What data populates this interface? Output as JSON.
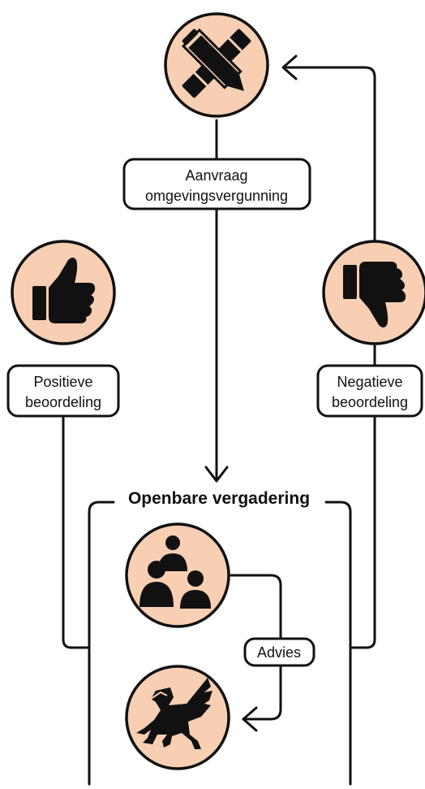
{
  "colors": {
    "circle_fill": "#f8cfb2",
    "stroke": "#111111",
    "background": "#ffffff"
  },
  "nodes": {
    "design_icon": "pencil-ruler-icon",
    "positive_icon": "thumbs-up-icon",
    "negative_icon": "thumbs-down-icon",
    "meeting_icon": "people-group-icon",
    "authority_icon": "griffin-icon"
  },
  "labels": {
    "request": [
      "Aanvraag",
      "omgevingsvergunning"
    ],
    "positive": [
      "Positieve",
      "beoordeling"
    ],
    "negative": [
      "Negatieve",
      "beoordeling"
    ],
    "meeting_title": "Openbare vergadering",
    "advice": "Advies"
  }
}
